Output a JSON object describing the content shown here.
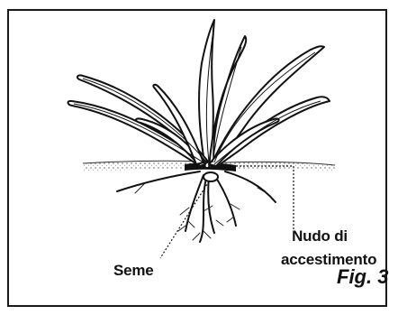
{
  "figure": {
    "labels": {
      "seed": "Seme",
      "tillering_node_line1": "Nudo di",
      "tillering_node_line2": "accestimento"
    },
    "caption": "Fig. 3"
  },
  "colors": {
    "ink": "#111111",
    "frame": "#1a1a1a",
    "background": "#ffffff"
  }
}
